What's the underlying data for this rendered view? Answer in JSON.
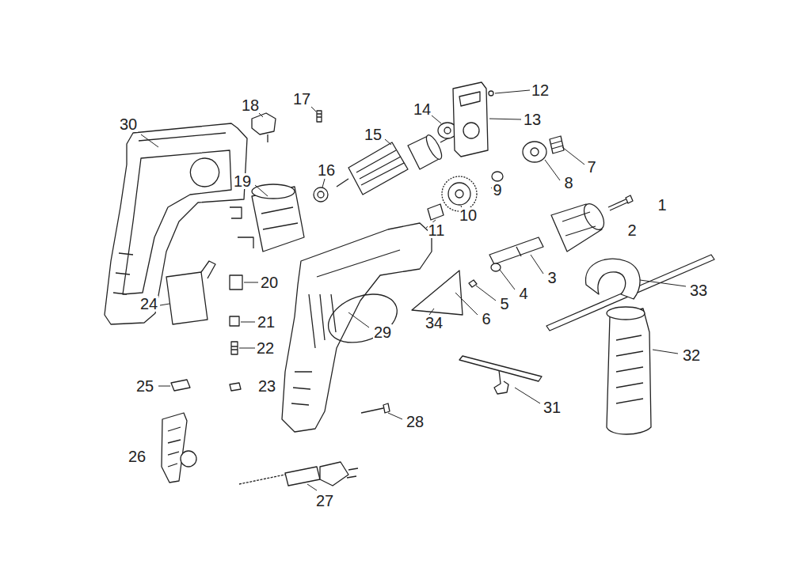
{
  "diagram": {
    "labels": [
      "1",
      "2",
      "3",
      "4",
      "5",
      "6",
      "7",
      "8",
      "9",
      "10",
      "11",
      "12",
      "13",
      "14",
      "15",
      "16",
      "17",
      "18",
      "19",
      "20",
      "21",
      "22",
      "23",
      "24",
      "25",
      "26",
      "27",
      "28",
      "29",
      "30",
      "31",
      "32",
      "33",
      "34"
    ]
  }
}
